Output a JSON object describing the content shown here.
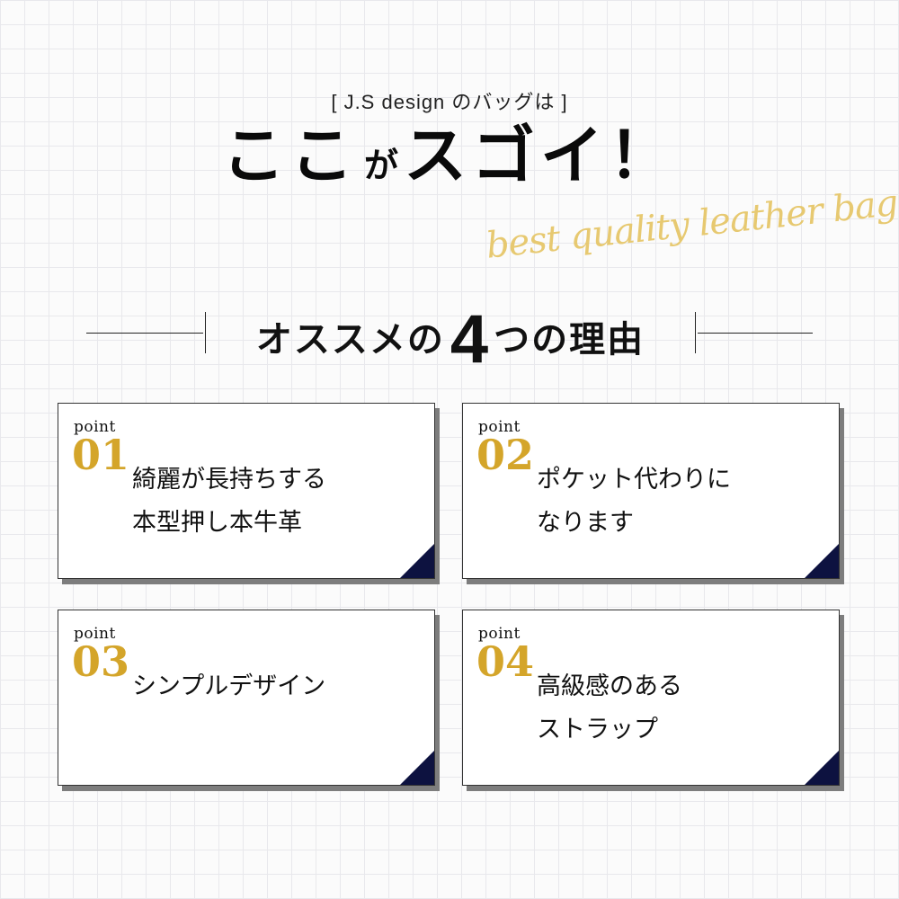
{
  "header": {
    "subtitle": "[ J.S design のバッグは ]",
    "headline_part1": "ここ",
    "headline_part2": "が",
    "headline_part3": "スゴイ！",
    "script_text": "best quality leather bag"
  },
  "reasons_title": {
    "part1": "オススメの",
    "number": "4",
    "part2": "つの理由"
  },
  "cards": [
    {
      "label": "point",
      "number": "01",
      "line1": "綺麗が長持ちする",
      "line2": "本型押し本牛革"
    },
    {
      "label": "point",
      "number": "02",
      "line1": "ポケット代わりに",
      "line2": "なります"
    },
    {
      "label": "point",
      "number": "03",
      "line1": "シンプルデザイン",
      "line2": ""
    },
    {
      "label": "point",
      "number": "04",
      "line1": "高級感のある",
      "line2": "ストラップ"
    }
  ],
  "colors": {
    "accent_gold": "#d4a52a",
    "corner_navy": "#0d1240",
    "script_gold": "#e6c76a"
  }
}
